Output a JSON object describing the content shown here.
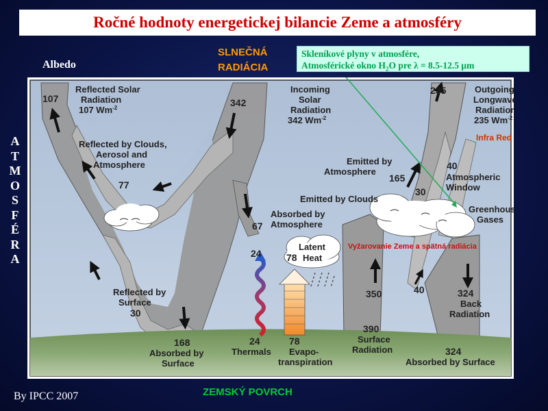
{
  "title": "Ročné hodnoty energetickej bilancie Zeme a atmosféry",
  "albedo": "Albedo",
  "solar_label_1": "SLNEČNÁ",
  "solar_label_2": "RADIÁCIA",
  "greenhouse_box_line1": "Skleníkové plyny v atmosfére,",
  "greenhouse_box_line2_prefix": "Atmosférické okno H",
  "greenhouse_box_sub": "2",
  "greenhouse_box_line2_suffix": "O pre λ = 8.5-12.5 μm",
  "atmosphere_letters": [
    "A",
    "T",
    "M",
    "O",
    "S",
    "F",
    "É",
    "R",
    "A"
  ],
  "ground_label": "ZEMSKÝ POVRCH",
  "credit": "By IPCC 2007",
  "diagram": {
    "v107": "107",
    "reflected_solar_1": "Reflected Solar",
    "reflected_solar_2": "Radiation",
    "reflected_solar_3": "107 Wm",
    "v342": "342",
    "incoming_1": "Incoming",
    "incoming_2": "Solar",
    "incoming_3": "Radiation",
    "incoming_4": "342 Wm",
    "v235": "235",
    "outgoing_1": "Outgoing",
    "outgoing_2": "Longwave",
    "outgoing_3": "Radiation",
    "outgoing_4": "235 Wm",
    "infra_red": "Infra Red",
    "refl_clouds_1": "Reflected by Clouds,",
    "refl_clouds_2": "Aerosol and",
    "refl_clouds_3": "Atmosphere",
    "v77": "77",
    "emitted_atm_1": "Emitted by",
    "emitted_atm_2": "Atmosphere",
    "v165": "165",
    "v40a": "40",
    "atm_window_1": "Atmospheric",
    "atm_window_2": "Window",
    "v30a": "30",
    "emitted_clouds": "Emitted by Clouds",
    "greenhouse_1": "Greenhouse",
    "greenhouse_2": "Gases",
    "v67": "67",
    "absorbed_atm_1": "Absorbed by",
    "absorbed_atm_2": "Atmosphere",
    "latent_1": "Latent",
    "latent_2": "Heat",
    "v78a": "78",
    "v24a": "24",
    "vyzarovanie": "Vyžarovanie Zeme a spätná radiácia",
    "refl_surface_1": "Reflected by",
    "refl_surface_2": "Surface",
    "v30b": "30",
    "v350": "350",
    "v40b": "40",
    "v324a": "324",
    "back_1": "Back",
    "back_2": "Radiation",
    "v168": "168",
    "absorbed_surf_1": "Absorbed by",
    "absorbed_surf_2": "Surface",
    "v24b": "24",
    "thermals": "Thermals",
    "v78b": "78",
    "evapo_1": "Evapo-",
    "evapo_2": "transpiration",
    "v390": "390",
    "surface_rad_1": "Surface",
    "surface_rad_2": "Radiation",
    "v324b": "324",
    "absorbed_surf_b": "Absorbed by Surface",
    "sup": "-2"
  }
}
